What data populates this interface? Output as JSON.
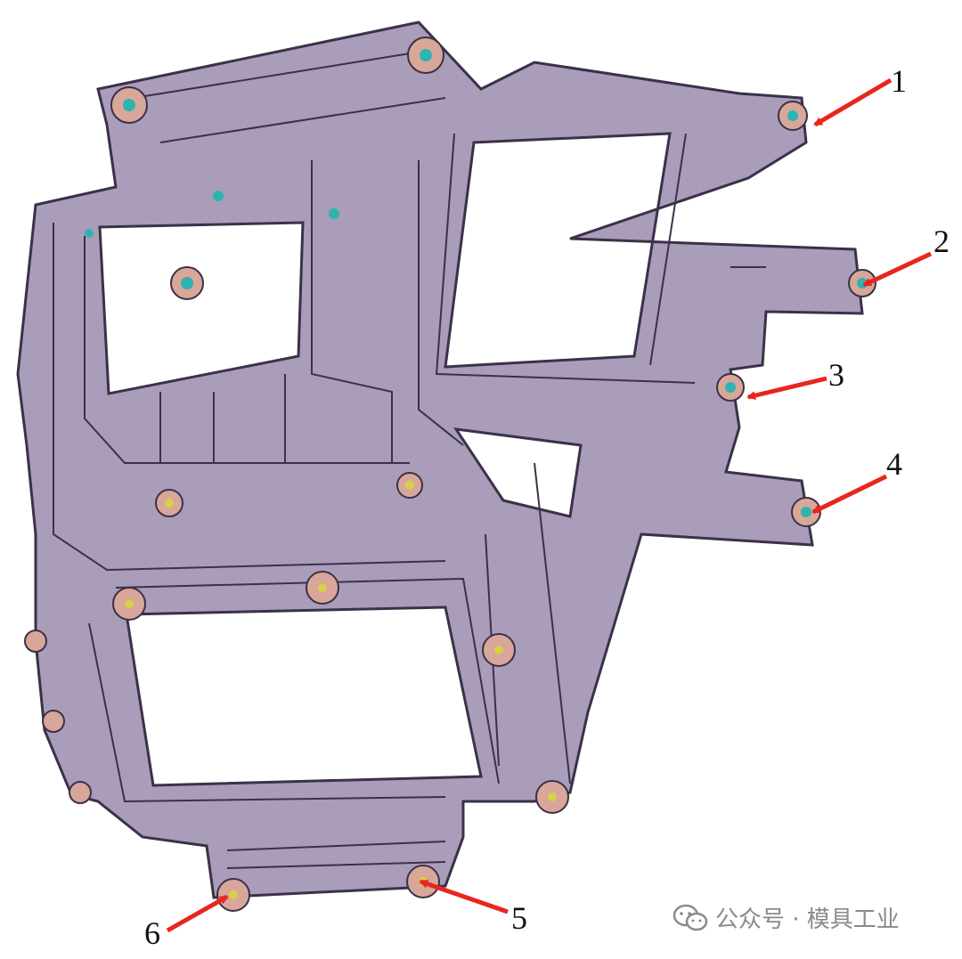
{
  "figure": {
    "callouts": [
      {
        "id": 1,
        "label": "1"
      },
      {
        "id": 2,
        "label": "2"
      },
      {
        "id": 3,
        "label": "3"
      },
      {
        "id": 4,
        "label": "4"
      },
      {
        "id": 5,
        "label": "5"
      },
      {
        "id": 6,
        "label": "6"
      }
    ],
    "colors": {
      "part": "#a99dba",
      "edge": "#3b3148",
      "boss": "#d8a79a",
      "hole": "#2fb3b0",
      "arrow": "#e8261f"
    }
  },
  "watermark": {
    "text": "公众号 · 模具工业",
    "icon": "wechat-icon"
  }
}
